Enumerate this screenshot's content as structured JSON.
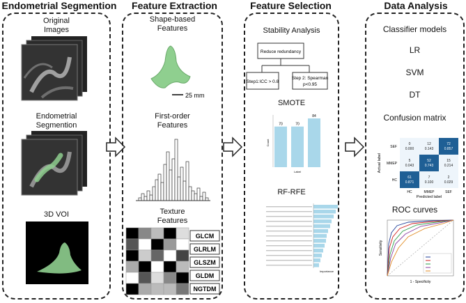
{
  "segmentation": {
    "title": "Endometrial Segmention",
    "original_images_label": "Original\nImages",
    "endometrial_label": "Endometrial\nSegmention",
    "voi_label": "3D VOI"
  },
  "extraction": {
    "title": "Feature Extraction",
    "shape_label": "Shape-based\nFeatures",
    "scale_label": "25 mm",
    "first_order_label": "First-order\nFeatures",
    "texture_label": "Texture\nFeatures",
    "texture_items": [
      "GLCM",
      "GLRLM",
      "GLSZM",
      "GLDM",
      "NGTDM"
    ]
  },
  "selection": {
    "title": "Feature Selection",
    "stability_label": "Stability Analysis",
    "flow_root": "Reduce redundancy",
    "flow_left": "Step1:ICC > 0.8",
    "flow_right": "Step 2: Spearman\np<0.95",
    "smote_label": "SMOTE",
    "smote_values": [
      "70",
      "70",
      "84"
    ],
    "smote_axis": "Label",
    "smote_count": "Count",
    "rfrfe_label": "RF-RFE",
    "rfrfe_axis": "Importance"
  },
  "analysis": {
    "title": "Data Analysis",
    "classifier_label": "Classifier models",
    "models": [
      "LR",
      "SVM",
      "DT"
    ],
    "confusion_label": "Confusion matrix",
    "cm_rows": [
      "SEF",
      "MMEP",
      "HC"
    ],
    "cm_cols": [
      "HC",
      "MMEP",
      "SEF"
    ],
    "cm_cells": [
      [
        "0\n0.000",
        "12\n0.143",
        "72\n0.857"
      ],
      [
        "5\n0.043",
        "52\n0.743",
        "15\n0.214"
      ],
      [
        "61\n0.871",
        "7\n0.100",
        "2\n0.029"
      ]
    ],
    "cm_xlabel": "Predicted label",
    "cm_ylabel": "Actual label",
    "roc_label": "ROC curves",
    "roc_xlabel": "1 - Specificity",
    "roc_ylabel": "Sensitivity"
  },
  "colors": {
    "bar": "#a9d7ea",
    "cm_dark": "#1f5f95",
    "cm_mid": "#7fb3d8",
    "cm_light": "#eef5fb",
    "voi_green": "#8fcf8f"
  }
}
